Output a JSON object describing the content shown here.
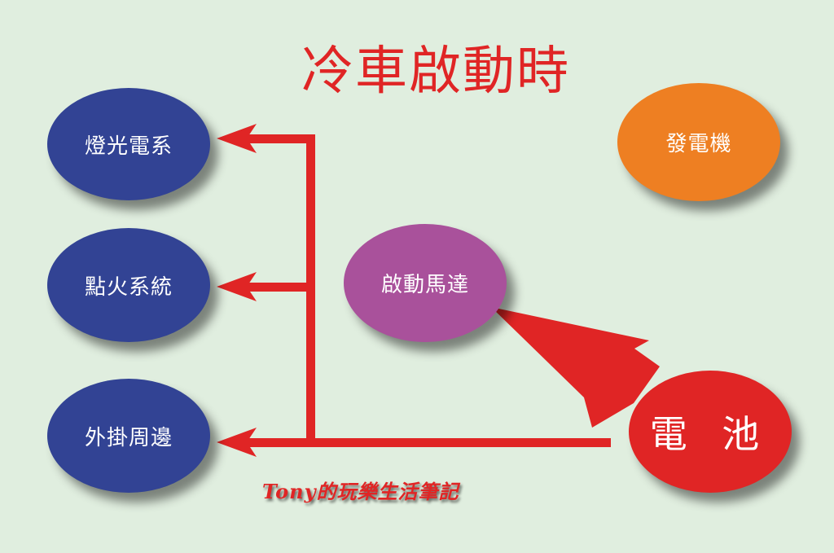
{
  "title": "冷車啟動時",
  "colors": {
    "background": "#e0eedf",
    "title": "#e02525",
    "arrow": "#e02525",
    "load_node": "#324394",
    "starter_node": "#a9519b",
    "generator_node": "#ee7f22",
    "battery_node": "#e02525"
  },
  "nodes": {
    "lighting": "燈光電系",
    "ignition": "點火系統",
    "accessory": "外掛周邊",
    "starter": "啟動馬達",
    "generator": "發電機",
    "battery": "電 池"
  },
  "watermark": "Tony的玩樂生活筆記"
}
